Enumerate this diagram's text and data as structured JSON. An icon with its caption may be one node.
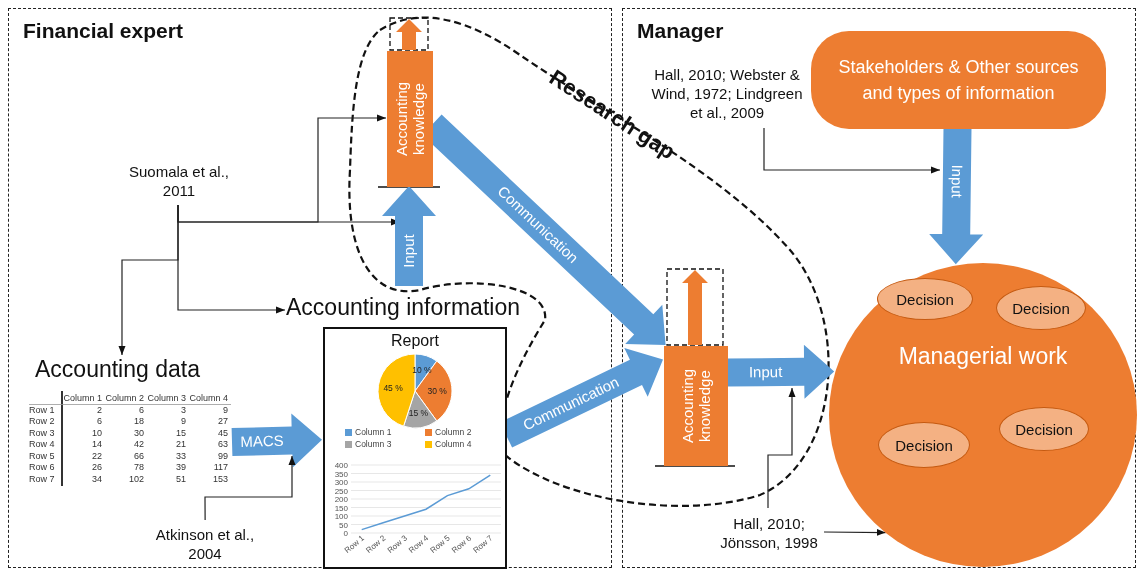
{
  "diagram": {
    "nodes": [
      {
        "text": [
          "Financial expert"
        ]
      },
      {
        "text": [
          "Accounting knowledge"
        ],
        "in": 0
      },
      {
        "text": [
          "Suomala et al., 2011"
        ],
        "in": 0
      },
      {
        "text": [
          "Accounting information"
        ],
        "in": 0
      },
      {
        "text": [
          "Accounting data"
        ],
        "in": 0
      },
      {
        "text": [
          "Report"
        ],
        "in": 0
      },
      {
        "text": [
          "Atkinson et al., 2004"
        ],
        "in": 0
      },
      {
        "text": [
          "Research gap"
        ]
      },
      {
        "text": [
          "Manager"
        ]
      },
      {
        "text": [
          "Stakeholders & Other sources and types of information"
        ],
        "in": 8
      },
      {
        "text": [
          "Hall, 2010; Webster & Wind, 1972; Lindgreen et al., 2009"
        ],
        "in": 8
      },
      {
        "text": [
          "Accounting knowledge"
        ],
        "in": 8
      },
      {
        "text": [
          "Managerial work"
        ],
        "in": 8
      },
      {
        "text": [
          "Decision"
        ],
        "in": 12
      },
      {
        "text": [
          "Decision"
        ],
        "in": 12
      },
      {
        "text": [
          "Decision"
        ],
        "in": 12
      },
      {
        "text": [
          "Decision"
        ],
        "in": 12
      },
      {
        "text": [
          "Hall, 2010; Jönsson, 1998"
        ],
        "in": 8
      }
    ],
    "edges": [
      {
        "from": 2,
        "to": 1,
        "arrow": "to"
      },
      {
        "from": 2,
        "to": null,
        "arrow": "to"
      },
      {
        "from": 2,
        "to": 4,
        "arrow": "to"
      },
      {
        "from": 2,
        "to": 3,
        "arrow": "to"
      },
      {
        "from": null,
        "to": 1,
        "arrow": "to",
        "label": "Input",
        "style": "thick",
        "color": "#5b9bd5"
      },
      {
        "from": 4,
        "to": 5,
        "arrow": "to",
        "label": "MACS",
        "style": "thick",
        "color": "#5b9bd5"
      },
      {
        "from": 6,
        "to": null,
        "arrow": "to"
      },
      {
        "from": 1,
        "to": 11,
        "arrow": "to",
        "label": "Communication",
        "style": "thick",
        "color": "#5b9bd5"
      },
      {
        "from": 5,
        "to": 11,
        "arrow": "to",
        "label": "Communication",
        "style": "thick",
        "color": "#5b9bd5"
      },
      {
        "from": 11,
        "to": 12,
        "arrow": "to",
        "label": "Input",
        "style": "thick",
        "color": "#5b9bd5"
      },
      {
        "from": 9,
        "to": 12,
        "arrow": "to",
        "label": "Input",
        "style": "thick",
        "color": "#5b9bd5"
      },
      {
        "from": 10,
        "to": null,
        "arrow": "to"
      },
      {
        "from": 17,
        "to": null,
        "arrow": "to"
      },
      {
        "from": 17,
        "to": 12,
        "arrow": "to"
      }
    ],
    "labels": [
      "Column 1",
      "Column 2",
      "Column 3",
      "Column 4",
      "Row 1",
      "2",
      "6",
      "3",
      "9",
      "Row 2",
      "6",
      "18",
      "9",
      "27",
      "Row 3",
      "10",
      "30",
      "15",
      "45",
      "Row 4",
      "14",
      "42",
      "21",
      "63",
      "Row 5",
      "22",
      "66",
      "33",
      "99",
      "Row 6",
      "26",
      "78",
      "39",
      "117",
      "Row 7",
      "34",
      "102",
      "51",
      "153",
      "10 %",
      "30 %",
      "15 %",
      "45 %",
      "400",
      "350",
      "300",
      "250",
      "200",
      "150",
      "100",
      "50",
      "0",
      "Row 1",
      "Row 2",
      "Row 3",
      "Row 4",
      "Row 5",
      "Row 6",
      "Row 7"
    ],
    "legend": [
      {
        "text": "Column 1",
        "color": "#5b9bd5"
      },
      {
        "text": "Column 2",
        "color": "#ed7d31"
      },
      {
        "text": "Column 3",
        "color": "#a5a5a5"
      },
      {
        "text": "Column 4",
        "color": "#ffc000"
      }
    ]
  }
}
